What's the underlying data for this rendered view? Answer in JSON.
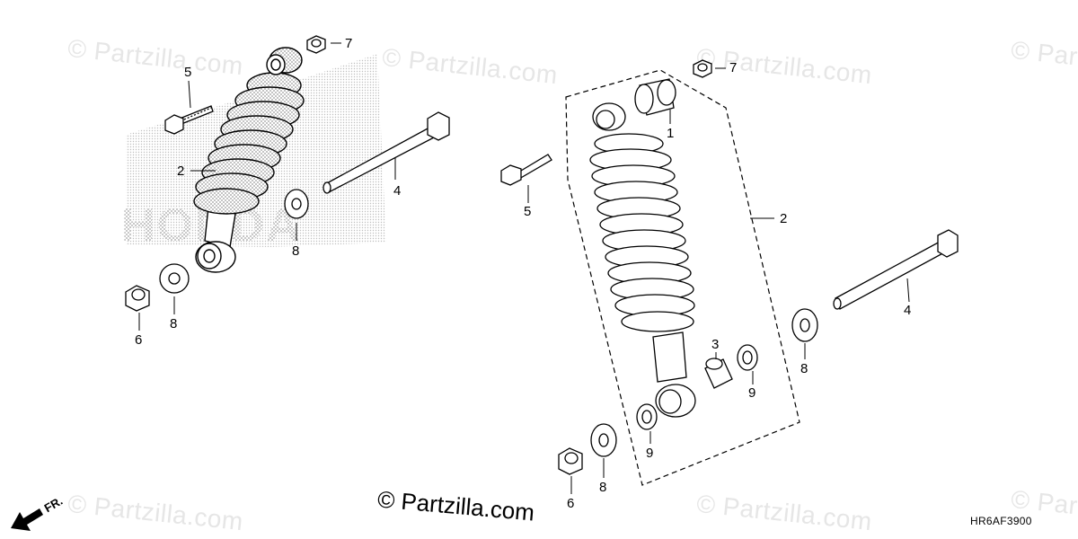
{
  "watermark": "© Partzilla.com",
  "copyright": "© Partzilla.com",
  "diagram_code": "HR6AF3900",
  "front_indicator": "FR.",
  "callouts": {
    "left_5": "5",
    "left_7": "7",
    "left_2": "2",
    "left_4": "4",
    "left_8_upper": "8",
    "left_6": "6",
    "left_8_lower": "8",
    "right_7": "7",
    "right_1": "1",
    "right_5": "5",
    "right_2": "2",
    "right_4": "4",
    "right_3": "3",
    "right_9_upper": "9",
    "right_8_upper": "8",
    "right_9_lower": "9",
    "right_6": "6",
    "right_8_lower": "8"
  },
  "colors": {
    "line": "#000000",
    "shade": "#c8c8c8",
    "watermark": "#e6e6e6"
  }
}
